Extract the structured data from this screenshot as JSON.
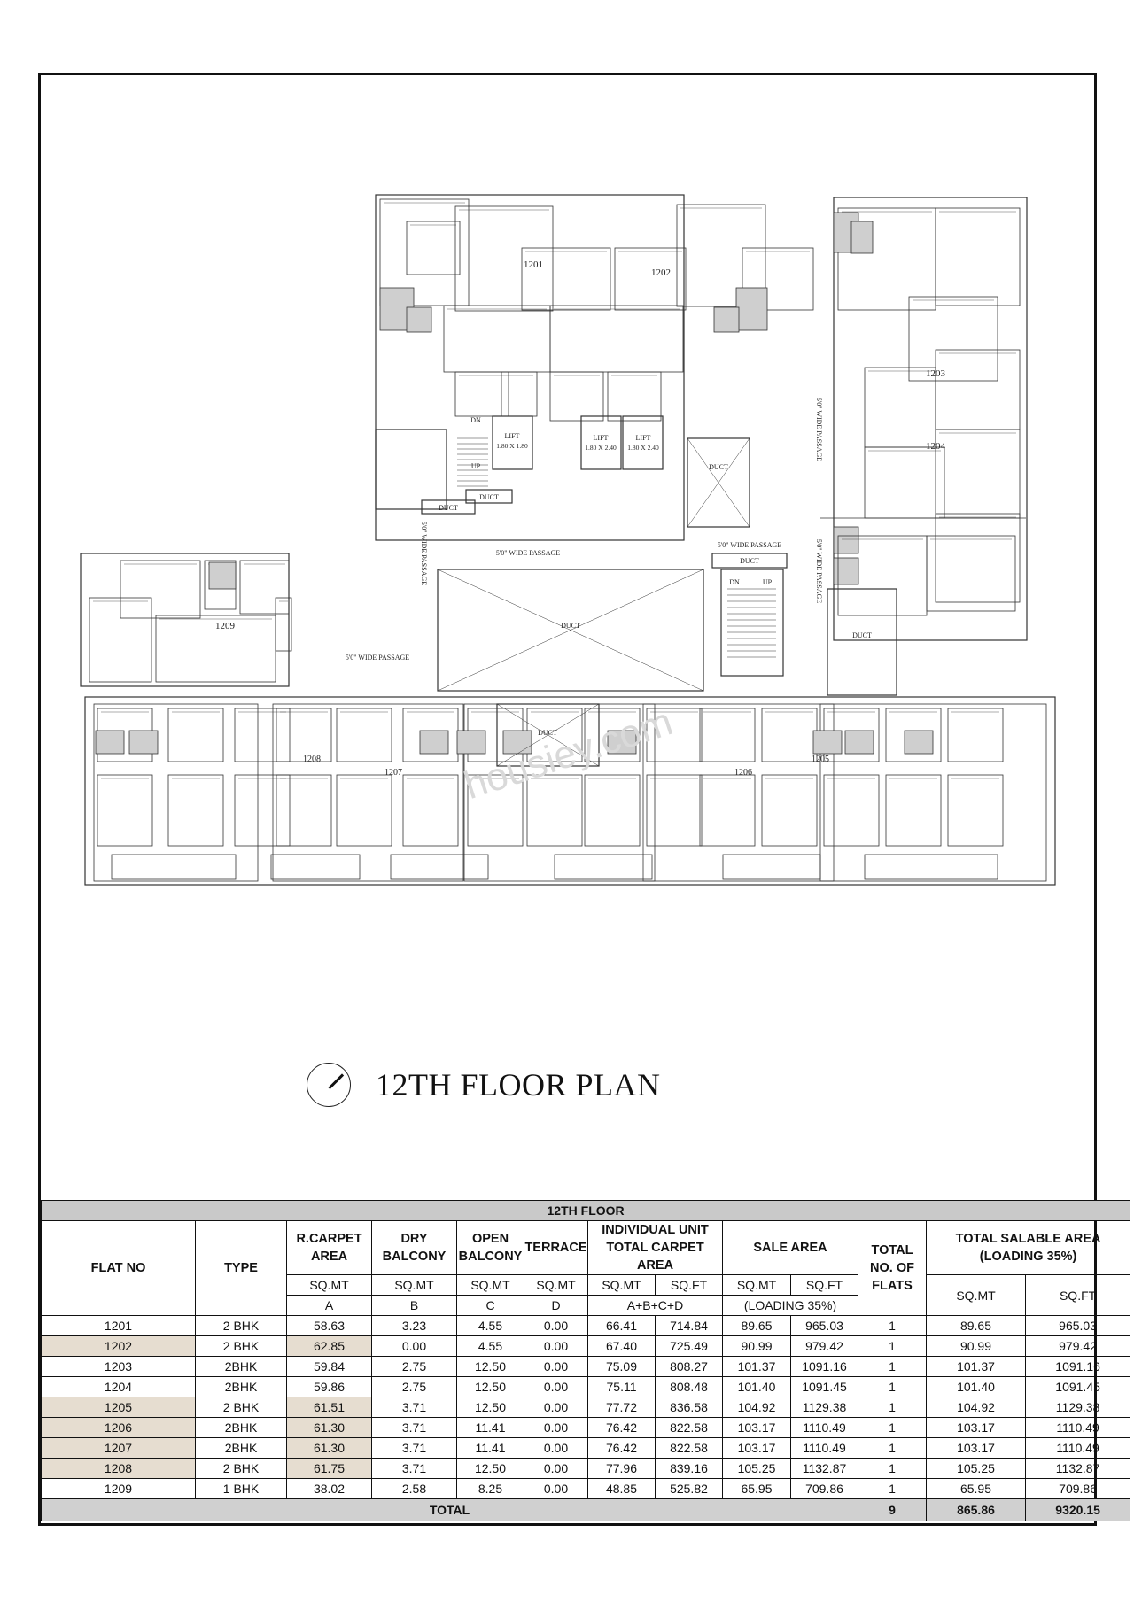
{
  "plan": {
    "labels": {
      "unit_1201": "1201",
      "unit_1202": "1202",
      "unit_1203": "1203",
      "unit_1204": "1204",
      "unit_1205": "1205",
      "unit_1206": "1206",
      "unit_1207": "1207",
      "unit_1208": "1208",
      "unit_1209": "1209",
      "lift_small": "LIFT",
      "lift_small_dim": "1.80 X 1.80",
      "lift_a": "LIFT",
      "lift_a_dim": "1.80 X 2.40",
      "lift_b": "LIFT",
      "lift_b_dim": "1.80 X 2.40",
      "duct": "DUCT",
      "passage_5": "5'0\" WIDE PASSAGE",
      "stair_dn": "DN",
      "stair_up": "UP",
      "watermark": "housiey.com"
    }
  },
  "title": "12TH FLOOR  PLAN",
  "table": {
    "floor_title": "12TH  FLOOR",
    "headers": {
      "flat_no": "FLAT NO",
      "type": "TYPE",
      "carpet": "R.CARPET AREA",
      "dry": "DRY BALCONY",
      "open": "OPEN BALCONY",
      "terrace": "TERRACE",
      "individual": "INDIVIDUAL UNIT TOTAL CARPET AREA",
      "sale": "SALE AREA",
      "total_flats": "TOTAL NO. OF FLATS",
      "total_salable": "TOTAL  SALABLE AREA (LOADING 35%)"
    },
    "units": {
      "sqmt": "SQ.MT",
      "sqft": "SQ.FT",
      "a": "A",
      "b": "B",
      "c": "C",
      "d": "D",
      "abcd": "A+B+C+D",
      "loading": "(LOADING 35%)"
    },
    "rows": [
      [
        "1201",
        "2 BHK",
        "58.63",
        "3.23",
        "4.55",
        "0.00",
        "66.41",
        "714.84",
        "89.65",
        "965.03",
        "1",
        "89.65",
        "965.03"
      ],
      [
        "1202",
        "2 BHK",
        "62.85",
        "0.00",
        "4.55",
        "0.00",
        "67.40",
        "725.49",
        "90.99",
        "979.42",
        "1",
        "90.99",
        "979.42"
      ],
      [
        "1203",
        "2BHK",
        "59.84",
        "2.75",
        "12.50",
        "0.00",
        "75.09",
        "808.27",
        "101.37",
        "1091.16",
        "1",
        "101.37",
        "1091.16"
      ],
      [
        "1204",
        "2BHK",
        "59.86",
        "2.75",
        "12.50",
        "0.00",
        "75.11",
        "808.48",
        "101.40",
        "1091.45",
        "1",
        "101.40",
        "1091.45"
      ],
      [
        "1205",
        "2 BHK",
        "61.51",
        "3.71",
        "12.50",
        "0.00",
        "77.72",
        "836.58",
        "104.92",
        "1129.38",
        "1",
        "104.92",
        "1129.38"
      ],
      [
        "1206",
        "2BHK",
        "61.30",
        "3.71",
        "11.41",
        "0.00",
        "76.42",
        "822.58",
        "103.17",
        "1110.49",
        "1",
        "103.17",
        "1110.49"
      ],
      [
        "1207",
        "2BHK",
        "61.30",
        "3.71",
        "11.41",
        "0.00",
        "76.42",
        "822.58",
        "103.17",
        "1110.49",
        "1",
        "103.17",
        "1110.49"
      ],
      [
        "1208",
        "2 BHK",
        "61.75",
        "3.71",
        "12.50",
        "0.00",
        "77.96",
        "839.16",
        "105.25",
        "1132.87",
        "1",
        "105.25",
        "1132.87"
      ],
      [
        "1209",
        "1 BHK",
        "38.02",
        "2.58",
        "8.25",
        "0.00",
        "48.85",
        "525.82",
        "65.95",
        "709.86",
        "1",
        "65.95",
        "709.86"
      ]
    ],
    "highlighted_flats": [
      "1202",
      "1205",
      "1206",
      "1207",
      "1208"
    ],
    "total": {
      "label": "TOTAL",
      "flats": "9",
      "sqmt": "865.86",
      "sqft": "9320.15"
    }
  }
}
